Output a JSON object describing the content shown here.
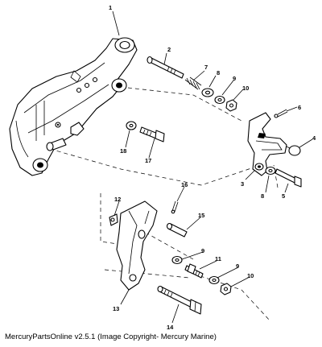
{
  "diagram": {
    "callouts": [
      "1",
      "2",
      "7",
      "8",
      "9",
      "10",
      "6",
      "4",
      "3",
      "8",
      "5",
      "18",
      "17",
      "16",
      "12",
      "15",
      "9",
      "11",
      "9",
      "10",
      "13",
      "14"
    ]
  },
  "footer": {
    "caption": "MercuryPartsOnline v2.5.1 (Image Copyright- Mercury Marine)"
  }
}
